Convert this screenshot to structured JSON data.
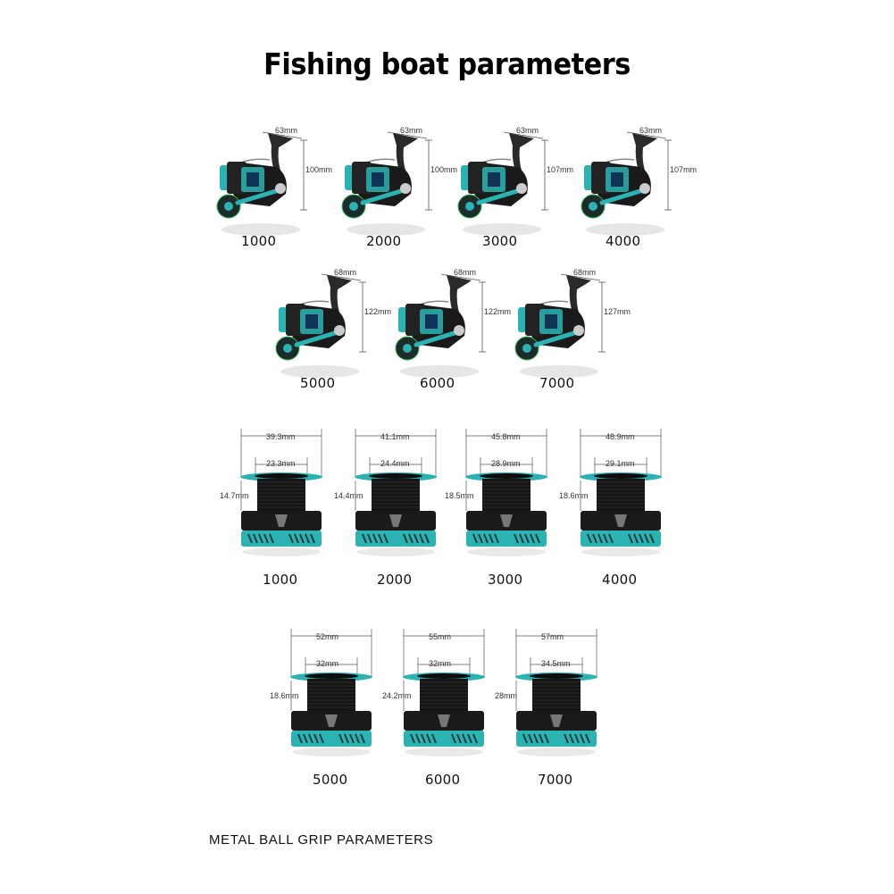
{
  "title": "Fishing boat parameters",
  "footer": "METAL BALL GRIP PARAMETERS",
  "colors": {
    "accent": "#2bb3b3",
    "dark": "#1a1a1a",
    "line": "#555555"
  },
  "reels": [
    {
      "size": "1000",
      "width": "63mm",
      "height": "100mm"
    },
    {
      "size": "2000",
      "width": "63mm",
      "height": "100mm"
    },
    {
      "size": "3000",
      "width": "63mm",
      "height": "107mm"
    },
    {
      "size": "4000",
      "width": "63mm",
      "height": "107mm"
    },
    {
      "size": "5000",
      "width": "68mm",
      "height": "122mm"
    },
    {
      "size": "6000",
      "width": "68mm",
      "height": "122mm"
    },
    {
      "size": "7000",
      "width": "68mm",
      "height": "127mm"
    }
  ],
  "spools": [
    {
      "size": "1000",
      "outer": "39.3mm",
      "inner": "23.3mm",
      "depth": "14.7mm"
    },
    {
      "size": "2000",
      "outer": "41.1mm",
      "inner": "24.4mm",
      "depth": "14.4mm"
    },
    {
      "size": "3000",
      "outer": "45.8mm",
      "inner": "28.9mm",
      "depth": "18.5mm"
    },
    {
      "size": "4000",
      "outer": "48.9mm",
      "inner": "29.1mm",
      "depth": "18.6mm"
    },
    {
      "size": "5000",
      "outer": "52mm",
      "inner": "32mm",
      "depth": "18.6mm"
    },
    {
      "size": "6000",
      "outer": "55mm",
      "inner": "32mm",
      "depth": "24.2mm"
    },
    {
      "size": "7000",
      "outer": "57mm",
      "inner": "34.5mm",
      "depth": "28mm"
    }
  ]
}
